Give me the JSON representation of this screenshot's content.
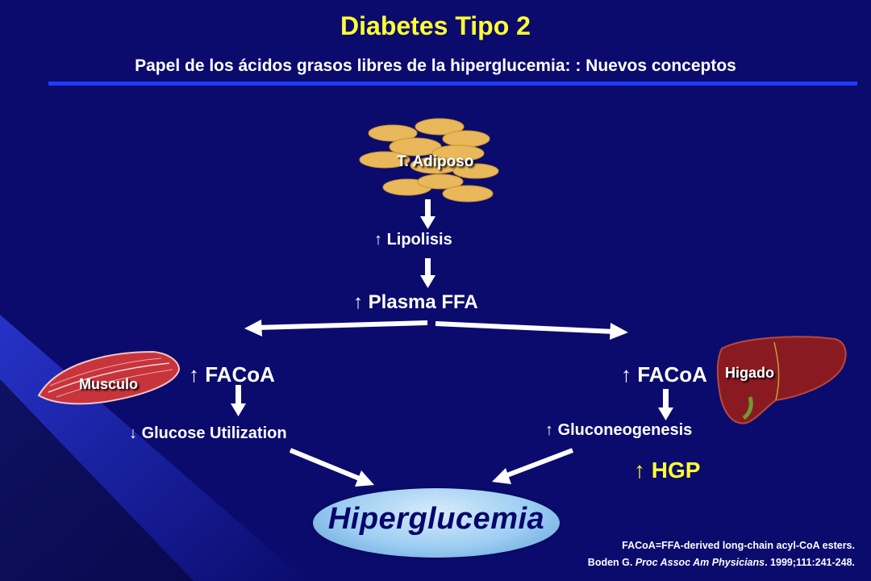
{
  "header": {
    "title": "Diabetes Tipo 2",
    "subtitle": "Papel de los ácidos grasos libres de la hiperglucemia: : Nuevos conceptos"
  },
  "diagram": {
    "adipose_label": "T. Adiposo",
    "lipolisis": "Lipolisis",
    "plasma_ffa": "Plasma FFA",
    "muscle_label": "Musculo",
    "liver_label": "Higado",
    "facoa_left": "FACoA",
    "facoa_right": "FACoA",
    "glucose_utilization": "Glucose Utilization",
    "gluconeogenesis": "Gluconeogenesis",
    "hgp": "HGP",
    "outcome": "Hiperglucemia",
    "up_arrow": "↑",
    "down_arrow": "↓"
  },
  "footnote": {
    "definition": "FACoA=FFA-derived  long-chain acyl-CoA esters.",
    "ref_authors": "Boden G. ",
    "ref_journal": "Proc Assoc Am Physicians",
    "ref_rest": ". 1999;111:241-248."
  },
  "colors": {
    "background": "#0b0b6e",
    "title": "#ffff33",
    "rule": "#1e3cff",
    "fat_cell": "#e8b85a",
    "muscle": "#c8343c",
    "liver": "#8a1a22"
  }
}
